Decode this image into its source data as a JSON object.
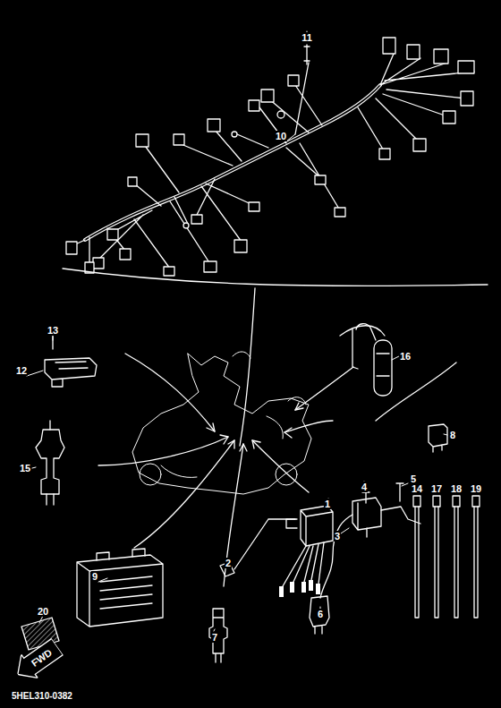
{
  "diagram": {
    "nodes": [
      {
        "text": [
          "FWD"
        ]
      }
    ],
    "labels": [
      "11",
      "10",
      "13",
      "12",
      "16",
      "8",
      "15",
      "4",
      "5",
      "1",
      "3",
      "14",
      "17",
      "18",
      "19",
      "2",
      "7",
      "6",
      "9",
      "20",
      "5HEL310-0382"
    ]
  }
}
